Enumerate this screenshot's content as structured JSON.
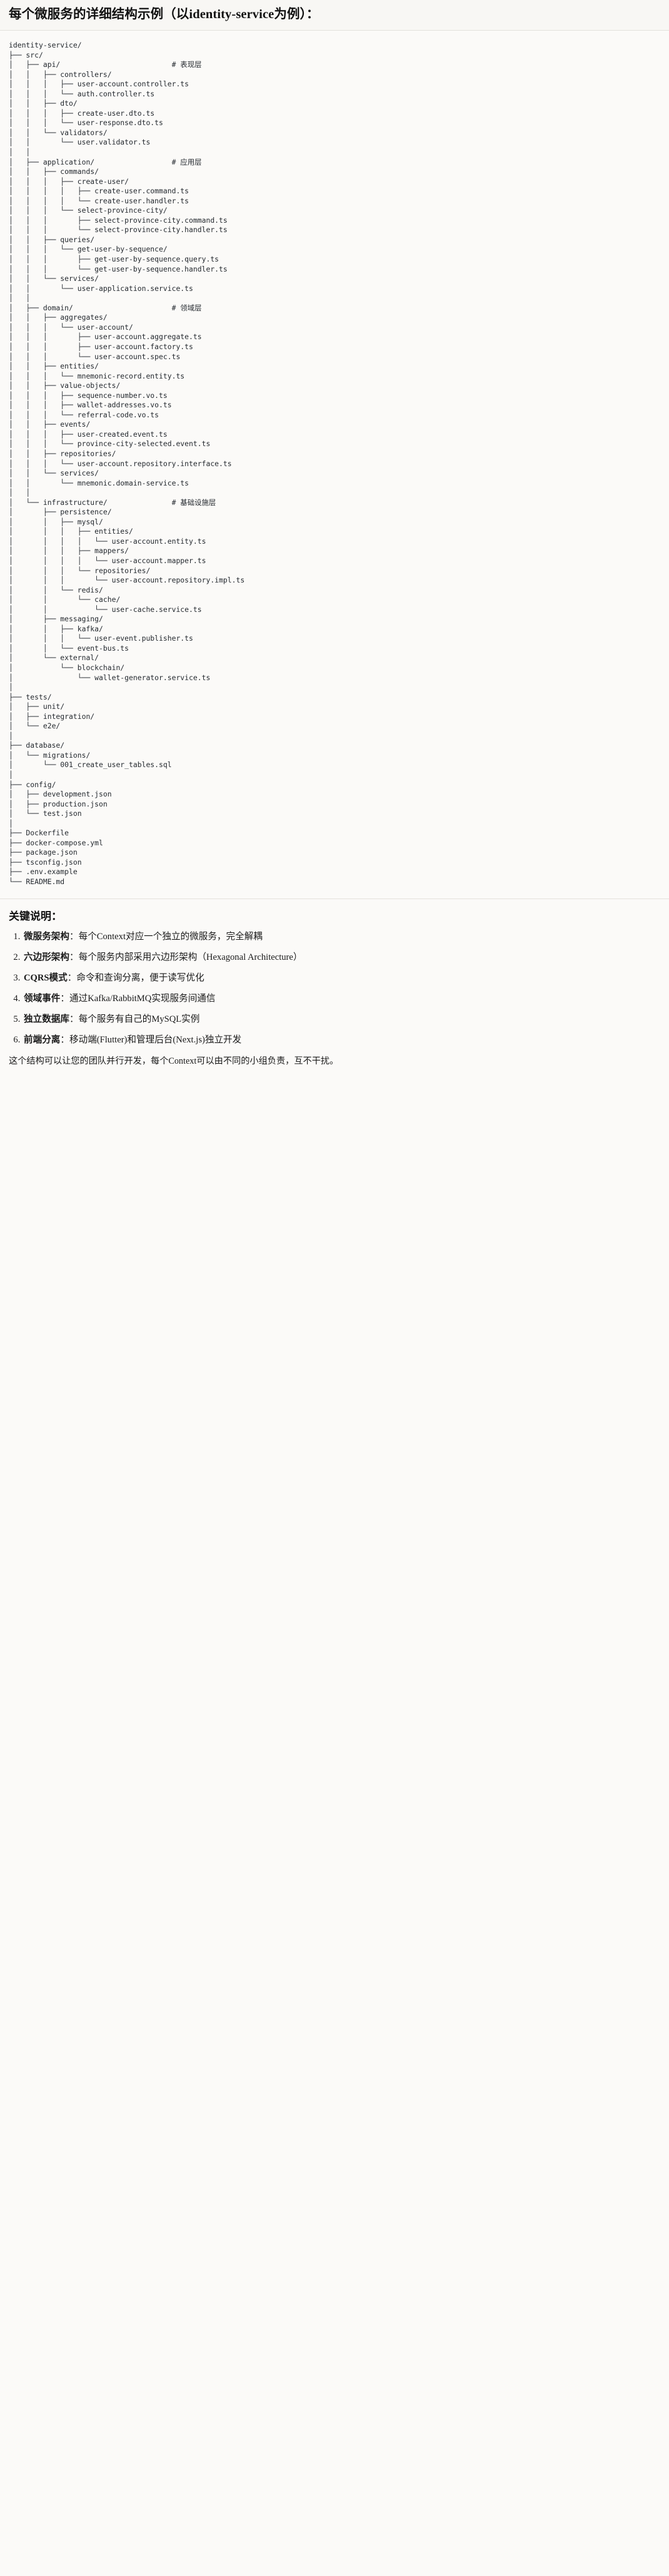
{
  "title": "每个微服务的详细结构示例（以identity-service为例）：",
  "tree": {
    "root": "identity-service/",
    "lines": [
      "identity-service/",
      "├── src/",
      "│   ├── api/                          # 表现层",
      "│   │   ├── controllers/",
      "│   │   │   ├── user-account.controller.ts",
      "│   │   │   └── auth.controller.ts",
      "│   │   ├── dto/",
      "│   │   │   ├── create-user.dto.ts",
      "│   │   │   └── user-response.dto.ts",
      "│   │   └── validators/",
      "│   │       └── user.validator.ts",
      "│   │",
      "│   ├── application/                  # 应用层",
      "│   │   ├── commands/",
      "│   │   │   ├── create-user/",
      "│   │   │   │   ├── create-user.command.ts",
      "│   │   │   │   └── create-user.handler.ts",
      "│   │   │   └── select-province-city/",
      "│   │   │       ├── select-province-city.command.ts",
      "│   │   │       └── select-province-city.handler.ts",
      "│   │   ├── queries/",
      "│   │   │   └── get-user-by-sequence/",
      "│   │   │       ├── get-user-by-sequence.query.ts",
      "│   │   │       └── get-user-by-sequence.handler.ts",
      "│   │   └── services/",
      "│   │       └── user-application.service.ts",
      "│   │",
      "│   ├── domain/                       # 领域层",
      "│   │   ├── aggregates/",
      "│   │   │   └── user-account/",
      "│   │   │       ├── user-account.aggregate.ts",
      "│   │   │       ├── user-account.factory.ts",
      "│   │   │       └── user-account.spec.ts",
      "│   │   ├── entities/",
      "│   │   │   └── mnemonic-record.entity.ts",
      "│   │   ├── value-objects/",
      "│   │   │   ├── sequence-number.vo.ts",
      "│   │   │   ├── wallet-addresses.vo.ts",
      "│   │   │   └── referral-code.vo.ts",
      "│   │   ├── events/",
      "│   │   │   ├── user-created.event.ts",
      "│   │   │   └── province-city-selected.event.ts",
      "│   │   ├── repositories/",
      "│   │   │   └── user-account.repository.interface.ts",
      "│   │   └── services/",
      "│   │       └── mnemonic.domain-service.ts",
      "│   │",
      "│   └── infrastructure/               # 基础设施层",
      "│       ├── persistence/",
      "│       │   ├── mysql/",
      "│       │   │   ├── entities/",
      "│       │   │   │   └── user-account.entity.ts",
      "│       │   │   ├── mappers/",
      "│       │   │   │   └── user-account.mapper.ts",
      "│       │   │   └── repositories/",
      "│       │   │       └── user-account.repository.impl.ts",
      "│       │   └── redis/",
      "│       │       └── cache/",
      "│       │           └── user-cache.service.ts",
      "│       ├── messaging/",
      "│       │   ├── kafka/",
      "│       │   │   └── user-event.publisher.ts",
      "│       │   └── event-bus.ts",
      "│       └── external/",
      "│           └── blockchain/",
      "│               └── wallet-generator.service.ts",
      "│",
      "├── tests/",
      "│   ├── unit/",
      "│   ├── integration/",
      "│   └── e2e/",
      "│",
      "├── database/",
      "│   └── migrations/",
      "│       └── 001_create_user_tables.sql",
      "│",
      "├── config/",
      "│   ├── development.json",
      "│   ├── production.json",
      "│   └── test.json",
      "│",
      "├── Dockerfile",
      "├── docker-compose.yml",
      "├── package.json",
      "├── tsconfig.json",
      "├── .env.example",
      "└── README.md"
    ],
    "comments": [
      {
        "text": "# 表现层",
        "line": 2
      },
      {
        "text": "# 应用层",
        "line": 12
      },
      {
        "text": "# 领域层",
        "line": 27
      },
      {
        "text": "# 基础设施层",
        "line": 46
      }
    ]
  },
  "notes": {
    "heading": "关键说明：",
    "items": [
      {
        "term": "微服务架构",
        "sep": "：",
        "desc": "每个Context对应一个独立的微服务，完全解耦"
      },
      {
        "term": "六边形架构",
        "sep": "：",
        "desc": "每个服务内部采用六边形架构（Hexagonal Architecture）"
      },
      {
        "term": "CQRS模式",
        "sep": "：",
        "desc": "命令和查询分离，便于读写优化"
      },
      {
        "term": "领域事件",
        "sep": "：",
        "desc": "通过Kafka/RabbitMQ实现服务间通信"
      },
      {
        "term": "独立数据库",
        "sep": "：",
        "desc": "每个服务有自己的MySQL实例"
      },
      {
        "term": "前端分离",
        "sep": "：",
        "desc": "移动端(Flutter)和管理后台(Next.js)独立开发"
      }
    ],
    "closing": "这个结构可以让您的团队并行开发，每个Context可以由不同的小组负责，互不干扰。"
  },
  "colors": {
    "page_bg": "#fbfaf8",
    "title_bg": "#f8f7f4",
    "divider": "#e3e1dc",
    "code_text": "#24292f",
    "body_text": "#1a1a1a"
  }
}
